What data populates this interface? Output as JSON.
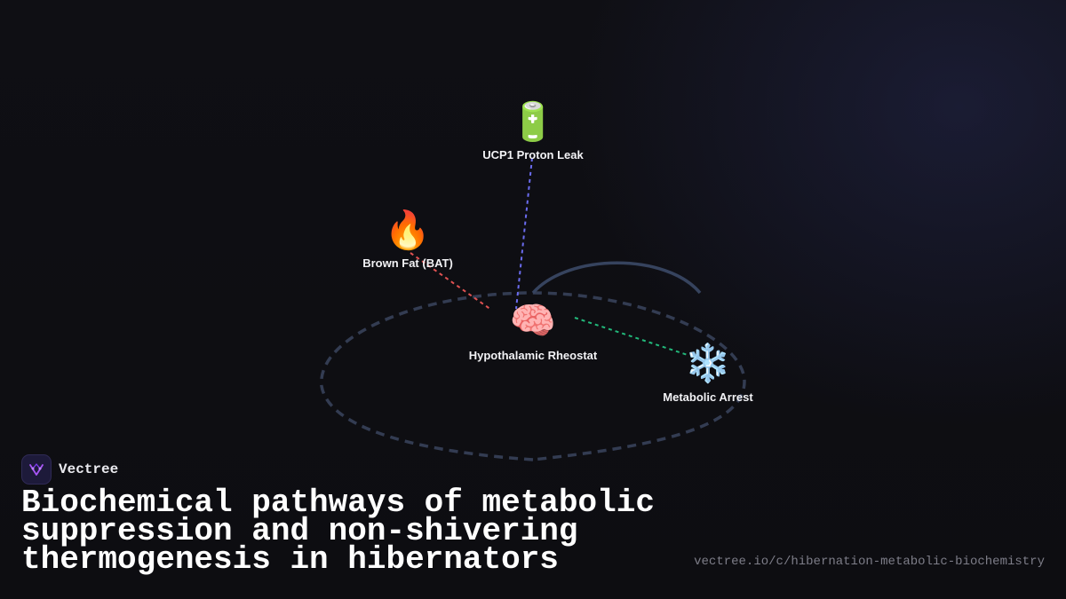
{
  "diagram": {
    "center": {
      "icon": "brain-icon",
      "emoji": "🧠",
      "label": "Hypothalamic Rheostat"
    },
    "nodes": [
      {
        "id": "ucp1",
        "icon": "battery-icon",
        "emoji": "🔋",
        "label": "UCP1 Proton Leak",
        "edge_color": "#6b6cf0"
      },
      {
        "id": "bat",
        "icon": "fire-icon",
        "emoji": "🔥",
        "label": "Brown Fat (BAT)",
        "edge_color": "#e05252"
      },
      {
        "id": "arrest",
        "icon": "snowflake-icon",
        "emoji": "❄️",
        "label": "Metabolic Arrest",
        "edge_color": "#22b87a"
      }
    ]
  },
  "brand": {
    "name": "Vectree",
    "logo_icon": "vectree-logo-icon",
    "accent": "#a855f7"
  },
  "title": "Biochemical pathways of metabolic suppression and non-shivering thermogenesis in hibernators",
  "url": "vectree.io/c/hibernation-metabolic-biochemistry"
}
